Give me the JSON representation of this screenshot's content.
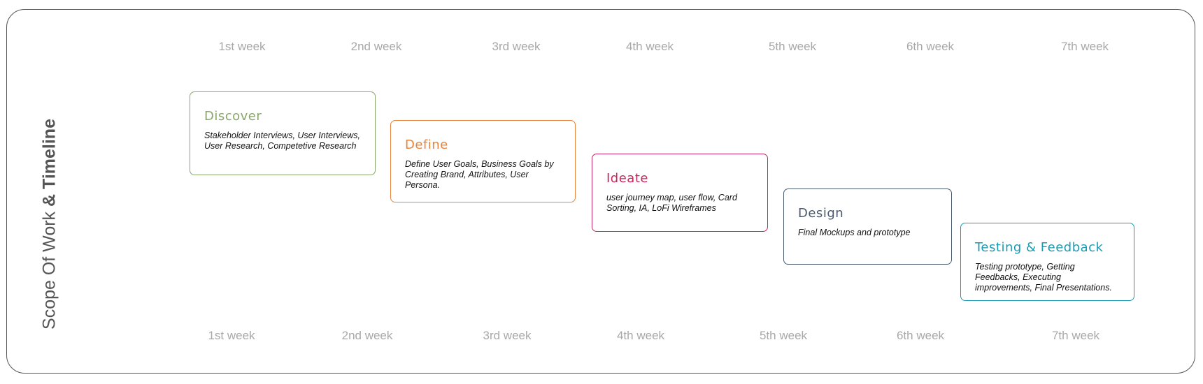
{
  "title": {
    "regular": "Scope Of Work ",
    "bold": "& Timeline"
  },
  "weeks_top": [
    "1st week",
    "2nd week",
    "3rd week",
    "4th week",
    "5th week",
    "6th week",
    "7th week"
  ],
  "weeks_bottom": [
    "1st week",
    "2nd week",
    "3rd week",
    "4th week",
    "5th week",
    "6th week",
    "7th week"
  ],
  "phases": [
    {
      "title": "Discover",
      "desc": "Stakeholder Interviews, User Interviews, User Research, Competetive Research",
      "color": "#8aa66a"
    },
    {
      "title": "Define",
      "desc": "Define User Goals, Business Goals by Creating Brand, Attributes, User Persona.",
      "color": "#e8843c"
    },
    {
      "title": "Ideate",
      "desc": "user journey map, user flow, Card Sorting,  IA, LoFi Wireframes",
      "color": "#c8285c"
    },
    {
      "title": "Design",
      "desc": "Final Mockups and prototype",
      "color": "#4a5a6e"
    },
    {
      "title": "Testing & Feedback",
      "desc": "Testing prototype, Getting Feedbacks, Executing improvements, Final Presentations.",
      "color": "#1a9bb5"
    }
  ]
}
